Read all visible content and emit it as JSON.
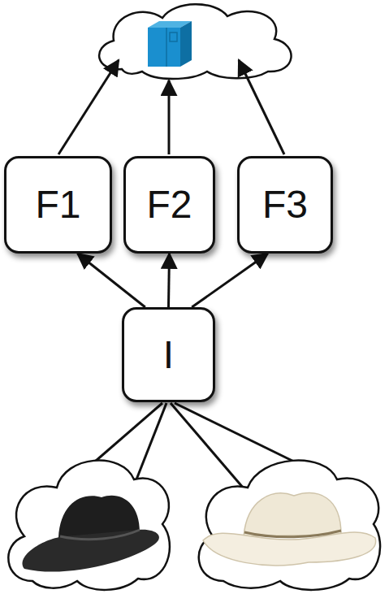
{
  "diagram": {
    "nodes": [
      {
        "text": [
          "F1"
        ]
      },
      {
        "text": [
          "F2"
        ]
      },
      {
        "text": [
          "F3"
        ]
      },
      {
        "text": [
          "I"
        ]
      }
    ],
    "edges": [
      {
        "from": 3,
        "to": 0,
        "arrow": "to"
      },
      {
        "from": 3,
        "to": 1,
        "arrow": "to"
      },
      {
        "from": 3,
        "to": 2,
        "arrow": "to"
      }
    ]
  }
}
